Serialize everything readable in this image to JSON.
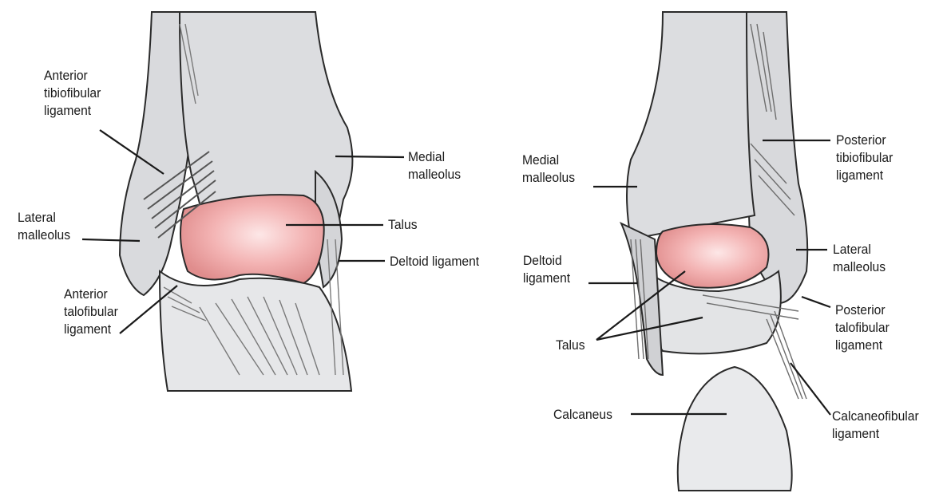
{
  "colors": {
    "bone": "#dcdde0",
    "bone_dark": "#c9cacd",
    "outline": "#2a2a2a",
    "cartilage": "#f0a8a8",
    "cartilage_core": "#fbe3e3",
    "ligament": "#8a8a8a"
  },
  "anterior_view": {
    "labels": {
      "anterior_tibiofibular_ligament": [
        "Anterior",
        "tibiofibular",
        "ligament"
      ],
      "lateral_malleolus": [
        "Lateral",
        "malleolus"
      ],
      "anterior_talofibular_ligament": [
        "Anterior",
        "talofibular",
        "ligament"
      ],
      "medial_malleolus": [
        "Medial",
        "malleolus"
      ],
      "talus": [
        "Talus"
      ],
      "deltoid_ligament": [
        "Deltoid ligament"
      ]
    }
  },
  "posterior_view": {
    "labels": {
      "medial_malleolus": [
        "Medial",
        "malleolus"
      ],
      "deltoid_ligament": [
        "Deltoid",
        "ligament"
      ],
      "talus": [
        "Talus"
      ],
      "calcaneus": [
        "Calcaneus"
      ],
      "posterior_tibiofibular_ligament": [
        "Posterior",
        "tibiofibular",
        "ligament"
      ],
      "lateral_malleolus": [
        "Lateral",
        "malleolus"
      ],
      "posterior_talofibular_ligament": [
        "Posterior",
        "talofibular",
        "ligament"
      ],
      "calcaneofibular_ligament": [
        "Calcaneofibular",
        "ligament"
      ]
    }
  }
}
